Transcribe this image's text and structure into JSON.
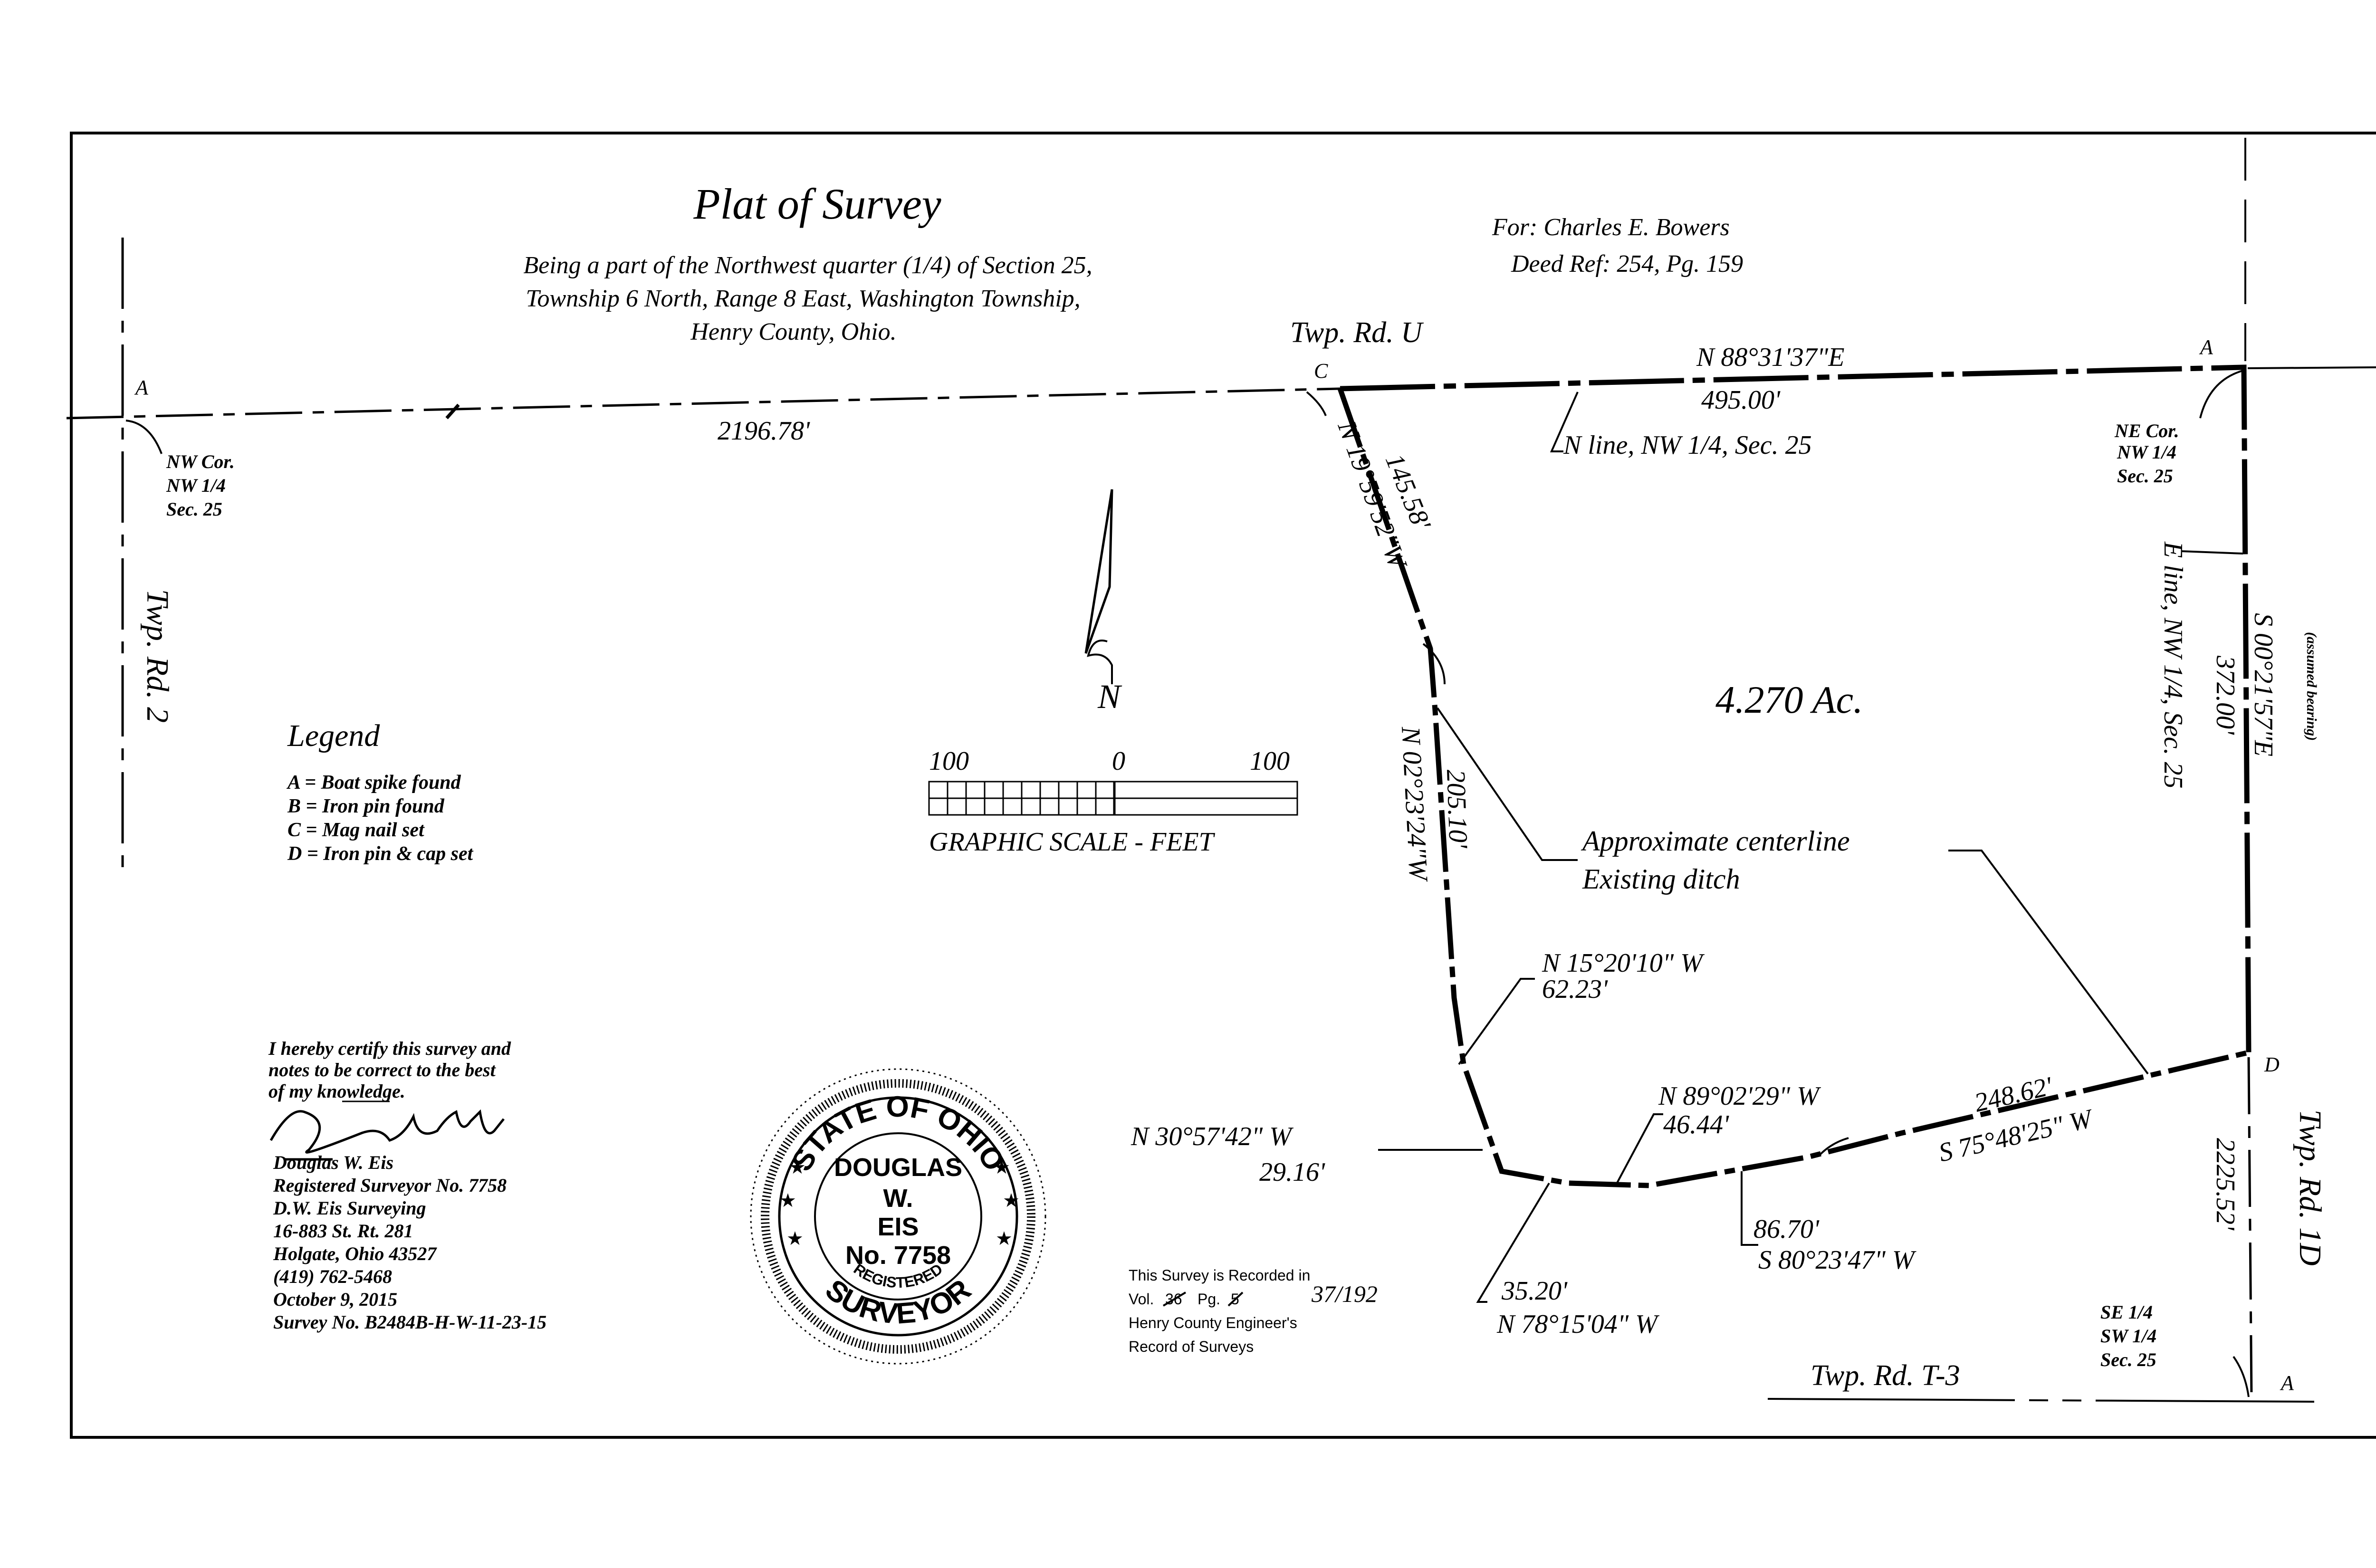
{
  "title": "Plat of Survey",
  "description": [
    "Being a part of the Northwest quarter (1/4) of Section 25,",
    "Township 6 North, Range 8 East, Washington Township,",
    "Henry County, Ohio."
  ],
  "client": {
    "for_line": "For: Charles E. Bowers",
    "deed_line": "Deed Ref: 254, Pg. 159"
  },
  "roads": {
    "twp_rd_u": "Twp. Rd. U",
    "twp_rd_2": "Twp. Rd. 2",
    "twp_rd_1d": "Twp. Rd. 1D",
    "twp_rd_t3": "Twp. Rd. T-3"
  },
  "corners": {
    "nw": [
      "NW Cor.",
      "NW 1/4",
      "Sec. 25"
    ],
    "ne": [
      "NE Cor.",
      "NW 1/4",
      "Sec. 25"
    ],
    "se": [
      "SE 1/4",
      "SW 1/4",
      "Sec. 25"
    ]
  },
  "point_labels": {
    "a": "A",
    "c": "C",
    "d": "D"
  },
  "lines": {
    "north_line": "N line, NW 1/4, Sec. 25",
    "east_line": "E line, NW 1/4, Sec. 25",
    "assumed": "(assumed bearing)"
  },
  "dimensions": {
    "west_dist": "2196.78'",
    "north_bearing": "N 88°31'37\"E",
    "north_dist": "495.00'",
    "east_bearing": "S 00°21'57\"E",
    "east_dist": "372.00'",
    "east_south_dist": "2225.52'",
    "c1_bearing": "N 19°59'52\"W",
    "c1_dist": "145.58'",
    "c2_bearing": "N 02°23'24\"W",
    "c2_dist": "205.10'",
    "c3_bearing": "N 15°20'10\" W",
    "c3_dist": "62.23'",
    "c4_bearing": "N 30°57'42\" W",
    "c4_dist": "29.16'",
    "c5_dist": "35.20'",
    "c5_bearing": "N 78°15'04\" W",
    "c6_bearing": "N 89°02'29\" W",
    "c6_dist": "46.44'",
    "c7_dist": "86.70'",
    "c7_bearing": "S 80°23'47\" W",
    "c8_dist": "248.62'",
    "c8_bearing": "S 75°48'25\" W"
  },
  "area": "4.270 Ac.",
  "ditch": [
    "Approximate centerline",
    "Existing ditch"
  ],
  "north_arrow_label": "N",
  "scale": {
    "left": "100",
    "zero": "0",
    "right": "100",
    "caption": "GRAPHIC SCALE - FEET"
  },
  "legend": {
    "title": "Legend",
    "items": [
      "A = Boat spike found",
      "B = Iron pin found",
      "C = Mag nail set",
      "D = Iron pin & cap set"
    ]
  },
  "certification": {
    "statement": [
      "I hereby certify this survey and",
      "notes to be correct to the best",
      "of my knowledge."
    ],
    "signature": "Douglas W. Eis",
    "surveyor_lines": [
      "Douglas W. Eis",
      "Registered Surveyor No. 7758",
      "D.W. Eis Surveying",
      "16-883 St. Rt. 281",
      "Holgate, Ohio 43527",
      "(419) 762-5468",
      "October 9, 2015",
      "Survey No. B2484B-H-W-11-23-15"
    ]
  },
  "seal": {
    "top_text": "STATE OF OHIO",
    "bottom_text": "SURVEYOR",
    "registered": "REGISTERED",
    "name_lines": [
      "DOUGLAS",
      "W.",
      "EIS",
      "No. 7758"
    ]
  },
  "recorded": {
    "line1": "This Survey is Recorded in",
    "vol": "Vol.",
    "vol_struck": "36",
    "pg": "Pg.",
    "pg_struck": "5",
    "handwritten": "37/192",
    "line3": "Henry County Engineer's",
    "line4": "Record of Surveys"
  }
}
